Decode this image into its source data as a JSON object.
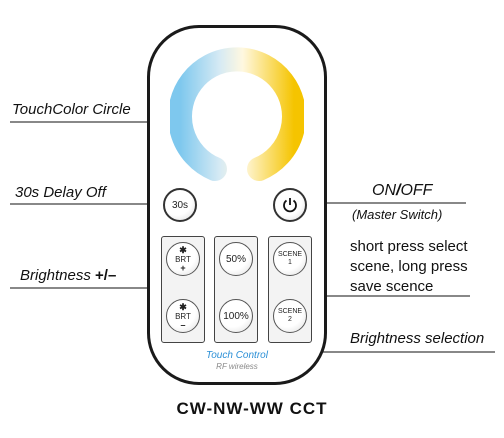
{
  "callouts": {
    "touch_color_circle": "TouchColor Circle",
    "delay_off": "30s  Delay  Off",
    "brightness": "Brightness",
    "brightness_sign": "+/–",
    "onoff_on": "ON",
    "onoff_sep": "/",
    "onoff_off": "OFF",
    "master_switch": "(Master Switch)",
    "scene_line1": "short press select",
    "scene_line2": "scene, long press",
    "scene_line3": "save scence",
    "brightness_selection": "Brightness selection"
  },
  "remote": {
    "delay_button": "30s",
    "brightness_up": {
      "label": "BRT",
      "sign": "+"
    },
    "brightness_down": {
      "label": "BRT",
      "sign": "–"
    },
    "pct_50": "50%",
    "pct_100": "100%",
    "scene1": {
      "label": "SCENE",
      "num": "1"
    },
    "scene2": {
      "label": "SCENE",
      "num": "2"
    },
    "brand": "Touch Control",
    "subbrand": "RF wireless"
  },
  "colors": {
    "brand": "#2a8fd6",
    "warm": "#f5c400",
    "cool": "#7ec8ee"
  },
  "icons": [
    "power-icon",
    "sun-icon"
  ],
  "model": "CW-NW-WW CCT"
}
